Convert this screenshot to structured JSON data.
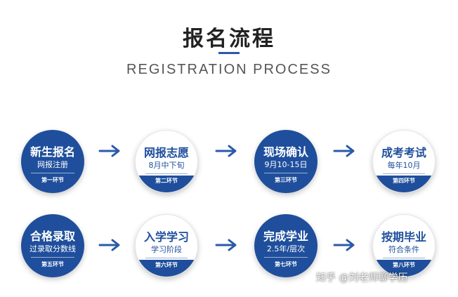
{
  "header": {
    "title": "报名流程",
    "subtitle": "REGISTRATION PROCESS"
  },
  "colors": {
    "primary": "#1f4f9c",
    "arrow": "#2a5aa8"
  },
  "steps": [
    {
      "main": "新生报名",
      "sub": "网报注册",
      "stage": "第一环节",
      "style": "blue"
    },
    {
      "main": "网报志愿",
      "sub": "8月中下旬",
      "stage": "第二环节",
      "style": "white"
    },
    {
      "main": "现场确认",
      "sub": "9月10-15日",
      "stage": "第三环节",
      "style": "blue"
    },
    {
      "main": "成考考试",
      "sub": "每年10月",
      "stage": "第四环节",
      "style": "white"
    },
    {
      "main": "合格录取",
      "sub": "过录取分数线",
      "stage": "第五环节",
      "style": "blue"
    },
    {
      "main": "入学学习",
      "sub": "学习阶段",
      "stage": "第六环节",
      "style": "white"
    },
    {
      "main": "完成学业",
      "sub": "2.5年/层次",
      "stage": "第七环节",
      "style": "blue"
    },
    {
      "main": "按期毕业",
      "sub": "符合条件",
      "stage": "第八环节",
      "style": "white"
    }
  ],
  "watermark": "知乎 @刘老师聊学历"
}
